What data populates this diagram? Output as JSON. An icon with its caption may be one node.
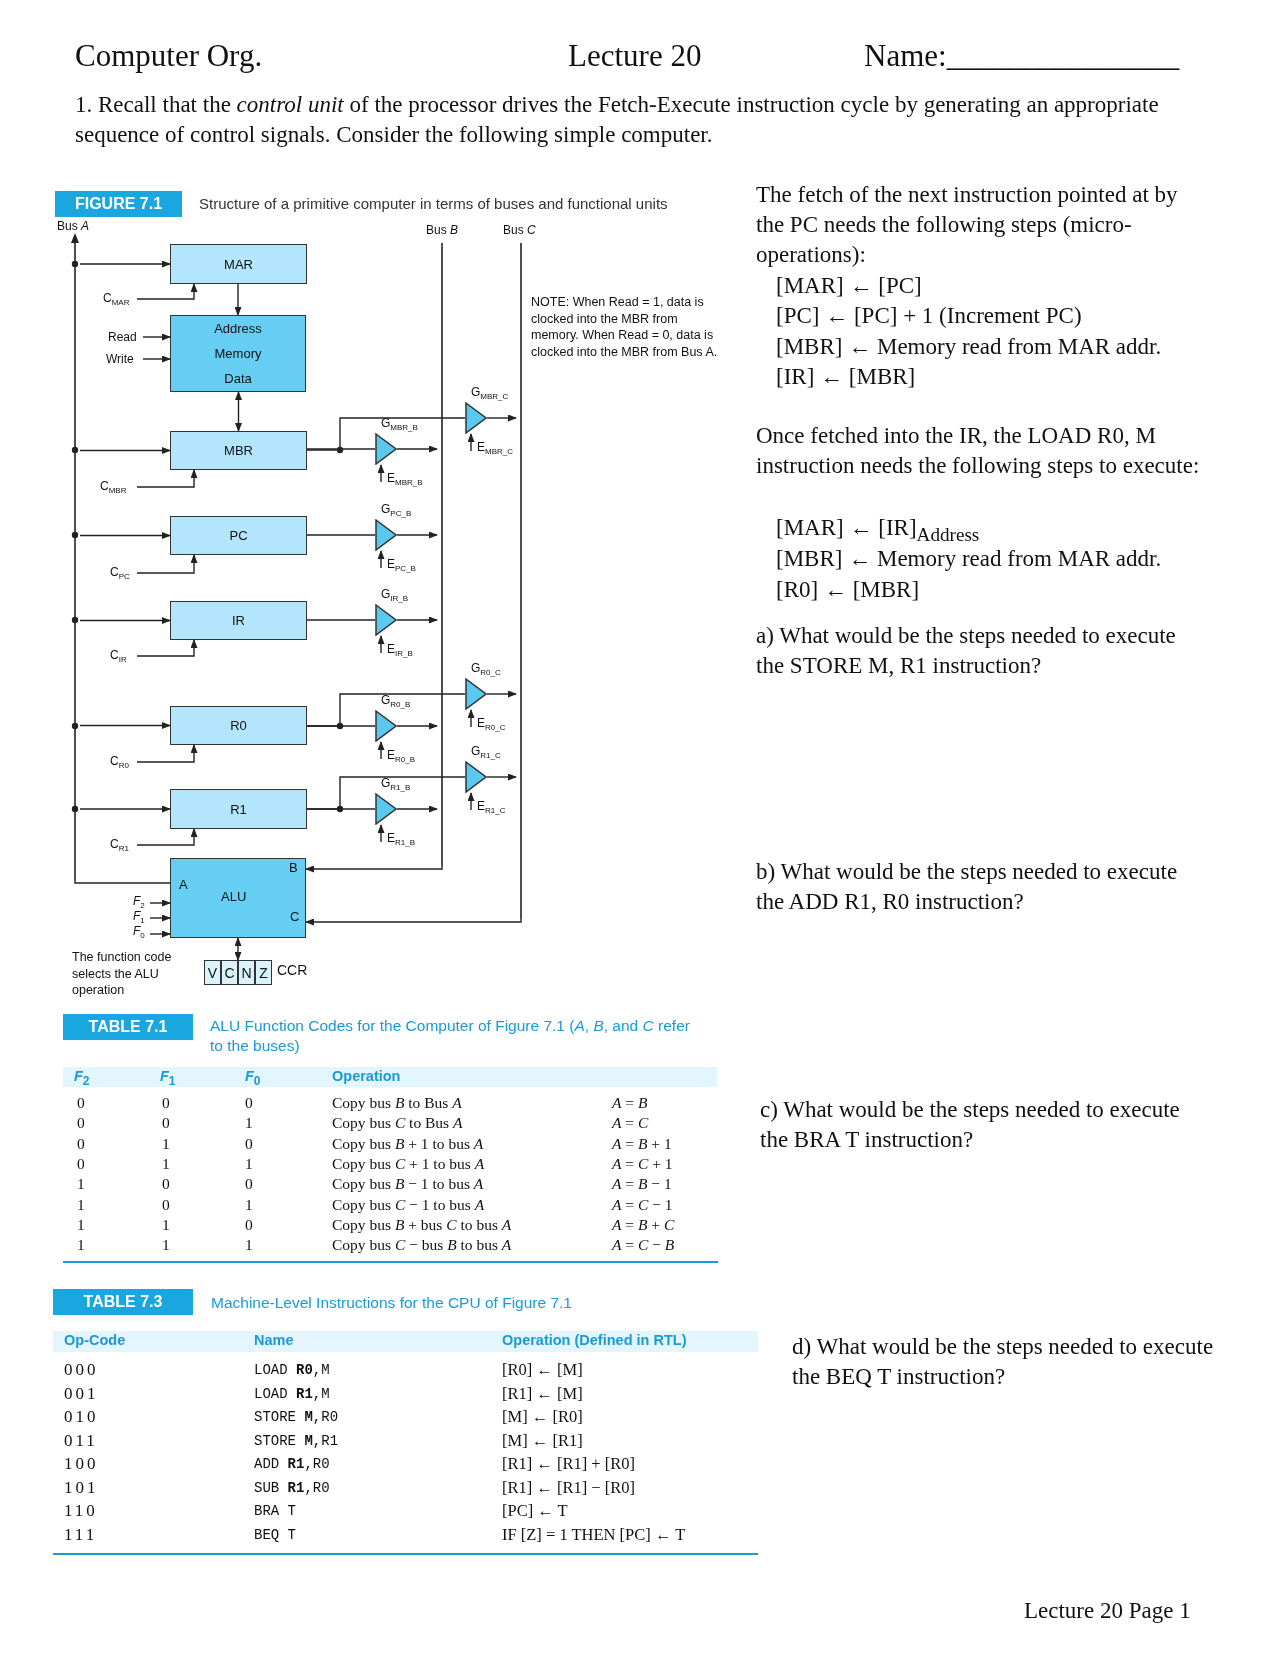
{
  "diagram": {
    "nodes": [
      {
        "text": [],
        "shape": "bar",
        "beside": [
          "Bus *A*"
        ]
      },
      {
        "text": [],
        "shape": "bar",
        "beside": [
          "Bus *B*"
        ]
      },
      {
        "text": [],
        "shape": "bar",
        "beside": [
          "Bus *C*"
        ]
      },
      {
        "text": [
          "MAR"
        ]
      },
      {
        "text": [
          "Address",
          "Memory",
          "Data"
        ]
      },
      {
        "text": [
          "MBR"
        ]
      },
      {
        "text": [],
        "shape": "triangle",
        "beside": [
          "G$_{MBR_C}$"
        ]
      },
      {
        "text": [],
        "shape": "triangle",
        "beside": [
          "G$_{MBR_B}$"
        ]
      },
      {
        "text": [
          "PC"
        ]
      },
      {
        "text": [],
        "shape": "triangle",
        "beside": [
          "G$_{PC_B}$"
        ]
      },
      {
        "text": [
          "IR"
        ]
      },
      {
        "text": [],
        "shape": "triangle",
        "beside": [
          "G$_{IR_B}$"
        ]
      },
      {
        "text": [],
        "shape": "triangle",
        "beside": [
          "G$_{R0_C}$"
        ]
      },
      {
        "text": [
          "R0"
        ]
      },
      {
        "text": [],
        "shape": "triangle",
        "beside": [
          "G$_{R0_B}$"
        ]
      },
      {
        "text": [],
        "shape": "triangle",
        "beside": [
          "G$_{R1_C}$"
        ]
      },
      {
        "text": [
          "R1"
        ]
      },
      {
        "text": [],
        "shape": "triangle",
        "beside": [
          "G$_{R1_B}$"
        ]
      },
      {
        "text": [
          "B",
          "A",
          "ALU",
          "C"
        ]
      },
      {
        "text": [],
        "shape": "box",
        "beside": [
          "CCR"
        ]
      },
      {
        "text": [
          "V"
        ],
        "in": 19
      },
      {
        "text": [
          "C"
        ],
        "in": 19
      },
      {
        "text": [
          "N"
        ],
        "in": 19
      },
      {
        "text": [
          "Z"
        ],
        "in": 19
      }
    ],
    "edges": [
      {
        "from": 0,
        "to": 3,
        "arrow": "to"
      },
      {
        "from": null,
        "to": 3,
        "arrow": "to",
        "label": "C$_{MAR}$"
      },
      {
        "from": 3,
        "to": 4,
        "arrow": "to"
      },
      {
        "from": null,
        "to": 4,
        "arrow": "to",
        "label": "Read"
      },
      {
        "from": null,
        "to": 4,
        "arrow": "to",
        "label": "Write"
      },
      {
        "from": 4,
        "to": 5,
        "arrow": "both"
      },
      {
        "from": 0,
        "to": 5,
        "arrow": "to"
      },
      {
        "from": null,
        "to": 5,
        "arrow": "to",
        "label": "C$_{MBR}$"
      },
      {
        "from": 5,
        "to": 6,
        "arrow": "none"
      },
      {
        "from": 5,
        "to": 7,
        "arrow": "none"
      },
      {
        "from": 6,
        "to": 2,
        "arrow": "to"
      },
      {
        "from": null,
        "to": 6,
        "arrow": "to",
        "label": "E$_{MBR_C}$"
      },
      {
        "from": 7,
        "to": 1,
        "arrow": "to"
      },
      {
        "from": null,
        "to": 7,
        "arrow": "to",
        "label": "E$_{MBR_B}$"
      },
      {
        "from": 0,
        "to": 8,
        "arrow": "to"
      },
      {
        "from": null,
        "to": 8,
        "arrow": "to",
        "label": "C$_{PC}$"
      },
      {
        "from": 8,
        "to": 9,
        "arrow": "none"
      },
      {
        "from": 9,
        "to": 1,
        "arrow": "to"
      },
      {
        "from": null,
        "to": 9,
        "arrow": "to",
        "label": "E$_{PC_B}$"
      },
      {
        "from": 0,
        "to": 10,
        "arrow": "to"
      },
      {
        "from": null,
        "to": 10,
        "arrow": "to",
        "label": "C$_{IR}$"
      },
      {
        "from": 10,
        "to": 11,
        "arrow": "none"
      },
      {
        "from": 11,
        "to": 1,
        "arrow": "to"
      },
      {
        "from": null,
        "to": 11,
        "arrow": "to",
        "label": "E$_{IR_B}$"
      },
      {
        "from": 0,
        "to": 13,
        "arrow": "to"
      },
      {
        "from": null,
        "to": 13,
        "arrow": "to",
        "label": "C$_{R0}$"
      },
      {
        "from": 13,
        "to": 12,
        "arrow": "none"
      },
      {
        "from": 13,
        "to": 14,
        "arrow": "none"
      },
      {
        "from": 12,
        "to": 2,
        "arrow": "to"
      },
      {
        "from": null,
        "to": 12,
        "arrow": "to",
        "label": "E$_{R0_C}$"
      },
      {
        "from": 14,
        "to": 1,
        "arrow": "to"
      },
      {
        "from": null,
        "to": 14,
        "arrow": "to",
        "label": "E$_{R0_B}$"
      },
      {
        "from": 0,
        "to": 16,
        "arrow": "to"
      },
      {
        "from": null,
        "to": 16,
        "arrow": "to",
        "label": "C$_{R1}$"
      },
      {
        "from": 16,
        "to": 15,
        "arrow": "none"
      },
      {
        "from": 16,
        "to": 17,
        "arrow": "none"
      },
      {
        "from": 15,
        "to": 2,
        "arrow": "to"
      },
      {
        "from": null,
        "to": 15,
        "arrow": "to",
        "label": "E$_{R1_C}$"
      },
      {
        "from": 17,
        "to": 1,
        "arrow": "to"
      },
      {
        "from": null,
        "to": 17,
        "arrow": "to",
        "label": "E$_{R1_B}$"
      },
      {
        "from": 1,
        "to": 18,
        "arrow": "to"
      },
      {
        "from": 2,
        "to": 18,
        "arrow": "to"
      },
      {
        "from": 18,
        "to": 0,
        "arrow": "none"
      },
      {
        "from": null,
        "to": 18,
        "arrow": "to",
        "label": "*F*$_{2}$"
      },
      {
        "from": null,
        "to": 18,
        "arrow": "to",
        "label": "*F*$_{1}$"
      },
      {
        "from": null,
        "to": 18,
        "arrow": "to",
        "label": "*F*$_{0}$"
      },
      {
        "from": 18,
        "to": 19,
        "arrow": "both"
      }
    ],
    "labels": [
      "Computer Org.",
      "Lecture 20",
      "Name:_______________",
      "1. Recall that the *control unit* of the processor drives the Fetch-Execute instruction cycle by generating an appropriate sequence of control signals. Consider the following simple computer.",
      "FIGURE 7.1",
      "Structure of a primitive computer in terms of buses and functional units",
      "The fetch of the next instruction pointed at by the PC needs the following steps (micro-operations):",
      "[MAR] ← [PC]",
      "[PC] ← [PC] + 1 (Increment PC)",
      "[MBR] ← Memory read from MAR addr.",
      "[IR] ← [MBR]",
      "NOTE: When Read = 1, data is clocked into the MBR from memory. When Read = 0, data is clocked into the MBR from Bus A.",
      "Once fetched into the IR, the LOAD R0, M instruction needs the following steps to execute:",
      "[MAR] ← [IR]$_{Address}$",
      "[MBR] ← Memory read from MAR addr.",
      "[R0] ← [MBR]",
      "a) What would be the steps needed to execute the STORE M, R1 instruction?",
      "b) What would be the steps needed to execute the ADD R1, R0 instruction?",
      "The function code selects the ALU operation",
      "TABLE 7.1",
      "ALU Function Codes for the Computer of Figure 7.1 (*A*, *B*, and *C* refer to the buses)",
      "*F*$_{2}$",
      "*F*$_{1}$",
      "*F*$_{0}$",
      "Operation",
      "0",
      "0",
      "0",
      "Copy bus *B* to Bus *A*",
      "*A* = *B*",
      "0",
      "0",
      "1",
      "Copy bus *C* to Bus *A*",
      "*A* = *C*",
      "0",
      "1",
      "0",
      "Copy bus *B* + 1 to bus *A*",
      "*A* = *B* + 1",
      "0",
      "1",
      "1",
      "Copy bus *C* + 1 to bus *A*",
      "*A* = *C* + 1",
      "1",
      "0",
      "0",
      "Copy bus *B* − 1 to bus *A*",
      "*A* = *B* − 1",
      "1",
      "0",
      "1",
      "Copy bus *C* − 1 to bus *A*",
      "*A* = *C* − 1",
      "1",
      "1",
      "0",
      "Copy bus *B* + bus *C* to bus *A*",
      "*A* = *B* + *C*",
      "1",
      "1",
      "1",
      "Copy bus *C* − bus *B* to bus *A*",
      "*A* = *C* − *B*",
      "c) What would be the steps needed to execute the BRA T instruction?",
      "TABLE 7.3",
      "Machine-Level Instructions for the CPU of Figure 7.1",
      "Op-Code",
      "Name",
      "Operation (Defined in RTL)",
      "000",
      "LOAD **R0**,M",
      "[R0] ← [M]",
      "001",
      "LOAD **R1**,M",
      "[R1] ← [M]",
      "010",
      "STORE **M**,R0",
      "[M] ← [R0]",
      "011",
      "STORE **M**,R1",
      "[M] ← [R1]",
      "100",
      "ADD **R1**,R0",
      "[R1] ← [R1] + [R0]",
      "101",
      "SUB **R1**,R0",
      "[R1] ← [R1] − [R0]",
      "110",
      "BRA T",
      "[PC] ← T",
      "111",
      "BEQ T",
      "IF [Z] = 1 THEN [PC] ← T",
      "d) What would be the steps needed to execute the BEQ T instruction?",
      "Lecture 20 Page 1"
    ]
  }
}
